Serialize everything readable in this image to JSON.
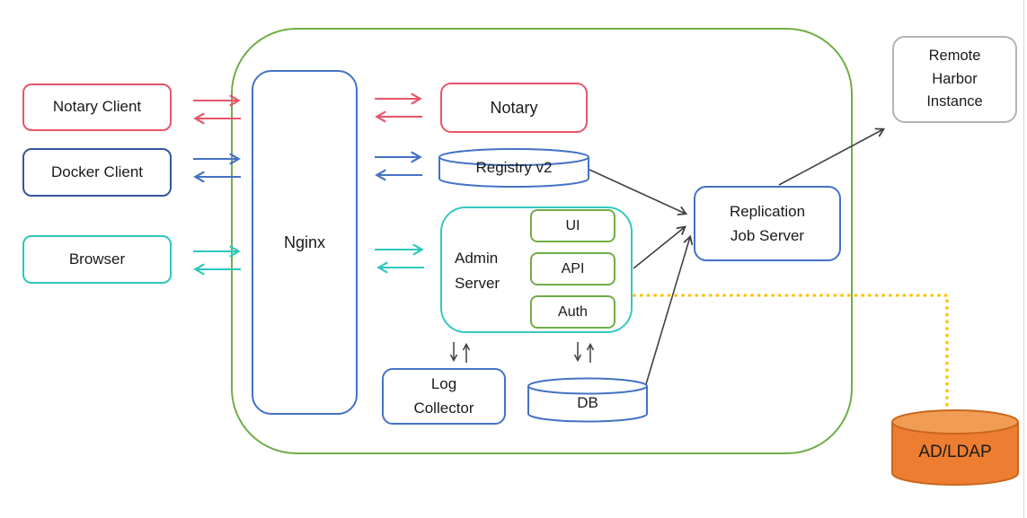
{
  "diagram": {
    "title": "Harbor architecture diagram",
    "nodes": {
      "notary_client": {
        "label": "Notary Client"
      },
      "docker_client": {
        "label": "Docker Client"
      },
      "browser": {
        "label": "Browser"
      },
      "nginx": {
        "label": "Nginx"
      },
      "notary": {
        "label": "Notary"
      },
      "registry": {
        "label": "Registry v2"
      },
      "admin_server": {
        "label": "Admin\nServer"
      },
      "ui": {
        "label": "UI"
      },
      "api": {
        "label": "API"
      },
      "auth": {
        "label": "Auth"
      },
      "log_collector": {
        "label": "Log\nCollector"
      },
      "db": {
        "label": "DB"
      },
      "replication": {
        "label": "Replication\nJob Server"
      },
      "remote_harbor": {
        "label": "Remote\nHarbor\nInstance"
      },
      "ad_ldap": {
        "label": "AD/LDAP"
      }
    },
    "edges": [
      "notary-client <-> nginx (red)",
      "docker-client <-> nginx (blue)",
      "browser <-> nginx (teal)",
      "nginx <-> notary (red)",
      "nginx <-> registry-v2 (blue)",
      "nginx <-> admin-server (teal)",
      "registry-v2 -> replication-job-server",
      "admin-server -> replication-job-server",
      "db -> replication-job-server",
      "replication-job-server -> remote-harbor-instance",
      "admin-server <-> log-collector",
      "admin-server <-> db",
      "admin-server ..> ad-ldap (dotted gold)"
    ],
    "colors": {
      "red": "#e8546a",
      "navy": "#35569d",
      "blue": "#4472c4",
      "teal": "#2ec7bd",
      "green": "#70ad47",
      "gray_border": "#b3b3b3",
      "arrow_dark": "#404040",
      "gold_dotted": "#ffc000",
      "orange_fill": "#ed7d31",
      "orange_top": "#f09c55",
      "orange_stroke": "#c9661c",
      "background": "#ffffff"
    }
  }
}
